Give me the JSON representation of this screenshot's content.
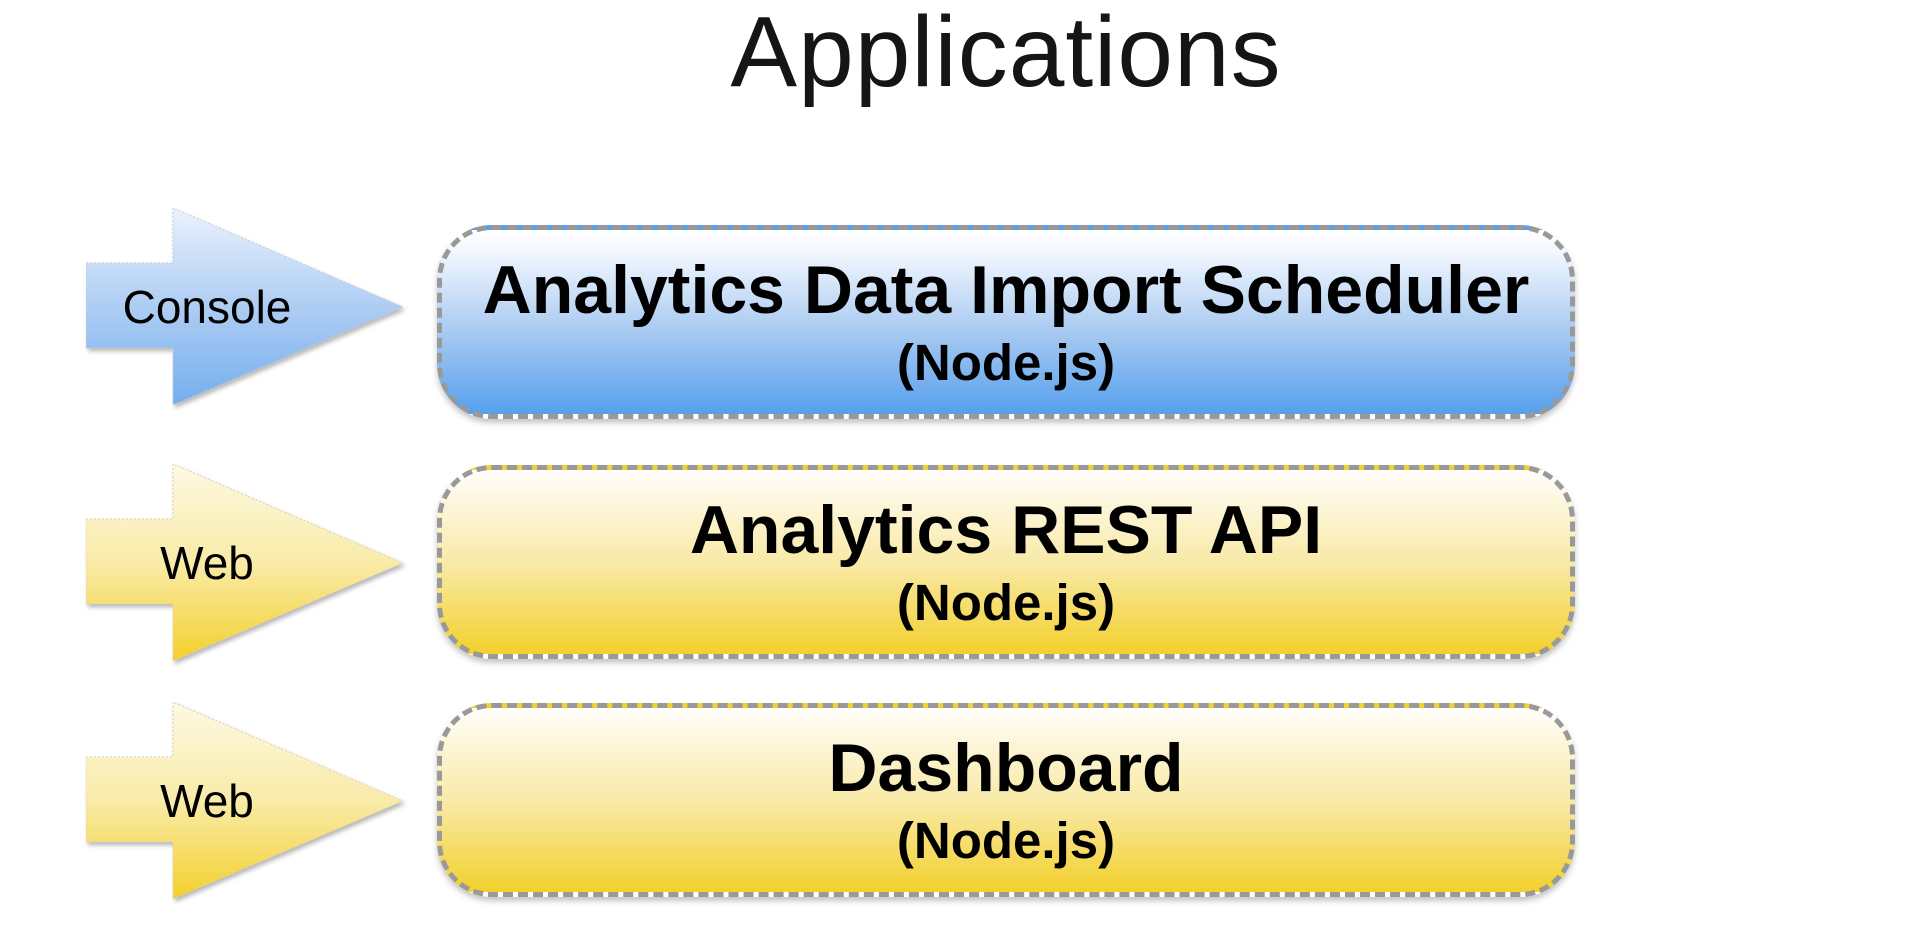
{
  "title": "Applications",
  "rows": [
    {
      "arrow_label": "Console",
      "arrow_color_top": "#e7f0fc",
      "arrow_color_bottom": "#74aeef",
      "box_title": "Analytics Data Import Scheduler",
      "box_subtitle": "(Node.js)",
      "box_color_top": "#ffffff",
      "box_color_bottom": "#55a0ed"
    },
    {
      "arrow_label": "Web",
      "arrow_color_top": "#fdf9e3",
      "arrow_color_bottom": "#f3d02b",
      "box_title": "Analytics REST API",
      "box_subtitle": "(Node.js)",
      "box_color_top": "#fffefb",
      "box_color_bottom": "#f3d02b"
    },
    {
      "arrow_label": "Web",
      "arrow_color_top": "#fdf9e3",
      "arrow_color_bottom": "#f3d02b",
      "box_title": "Dashboard",
      "box_subtitle": "(Node.js)",
      "box_color_top": "#fffefb",
      "box_color_bottom": "#f3d02b"
    }
  ],
  "styles": {
    "border_color": "#999999",
    "text_color": "#000000",
    "background": "#ffffff"
  }
}
